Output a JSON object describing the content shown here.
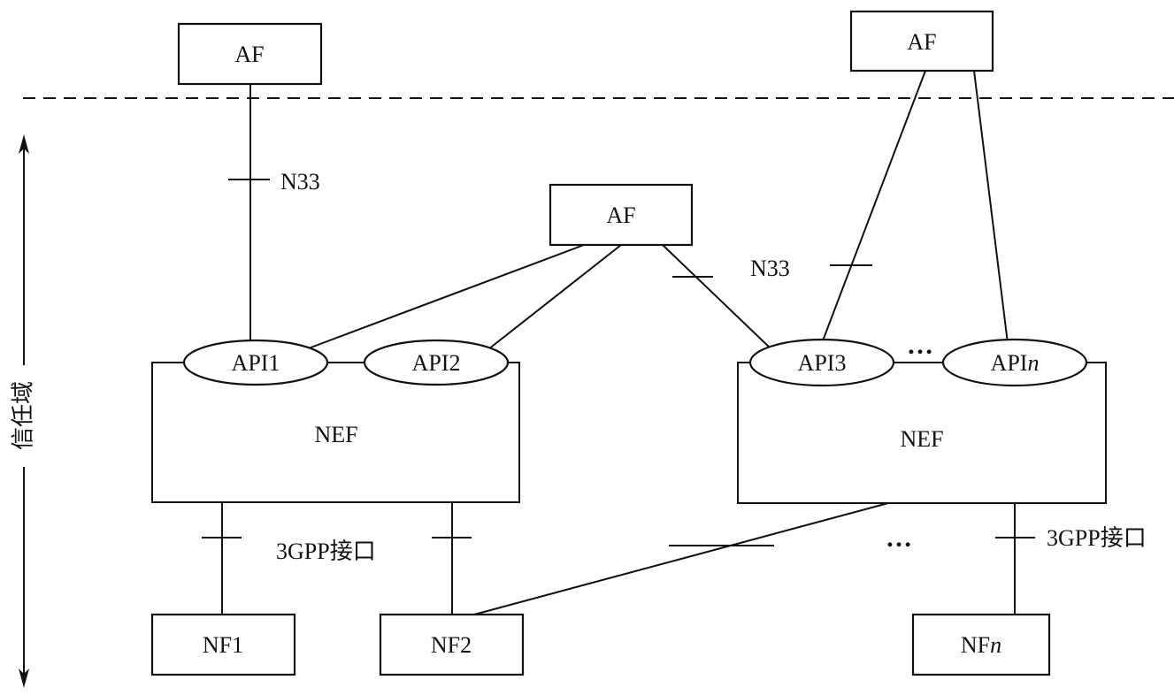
{
  "diagram": {
    "trust_domain_label": "信任域",
    "nodes": {
      "af_left": "AF",
      "af_middle": "AF",
      "af_right": "AF",
      "nef_left": "NEF",
      "nef_right": "NEF",
      "api1": "API1",
      "api2": "API2",
      "api3": "API3",
      "apin_prefix": "API",
      "apin_suffix": "n",
      "nf1": "NF1",
      "nf2": "NF2",
      "nfn_prefix": "NF",
      "nfn_suffix": "n"
    },
    "interfaces": {
      "n33_left": "N33",
      "n33_middle": "N33",
      "gpp_left": "3GPP接口",
      "gpp_right": "3GPP接口"
    },
    "ellipsis_api": "…",
    "ellipsis_nf": "…"
  }
}
